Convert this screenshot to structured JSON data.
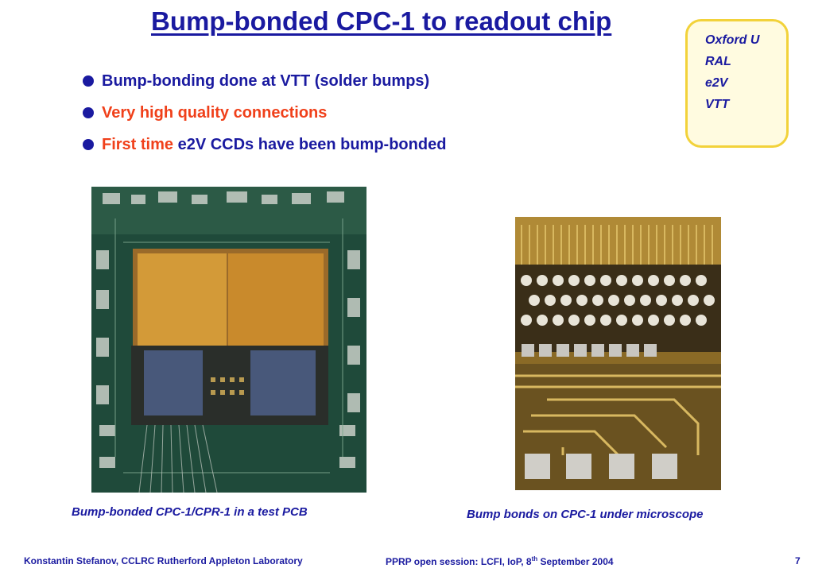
{
  "slide": {
    "title": "Bump-bonded CPC-1 to readout chip",
    "collaborators": [
      "Oxford U",
      "RAL",
      "e2V",
      "VTT"
    ],
    "bullets": [
      {
        "parts": [
          {
            "text": "Bump-bonding done at VTT (solder bumps)",
            "color": "#1a1aa0"
          }
        ]
      },
      {
        "parts": [
          {
            "text": "Very high quality connections",
            "color": "#f0401a"
          }
        ]
      },
      {
        "parts": [
          {
            "text": "First time ",
            "color": "#f0401a"
          },
          {
            "text": "e2V CCDs have been bump-bonded",
            "color": "#1a1aa0"
          }
        ]
      }
    ],
    "captions": {
      "left": "Bump-bonded CPC-1/CPR-1 in a test PCB",
      "right": "Bump bonds on CPC-1 under microscope"
    },
    "footer": {
      "author": "Konstantin Stefanov, CCLRC Rutherford Appleton Laboratory",
      "event": "PPRP open session: LCFI, IoP, 8",
      "event_sup": "th",
      "event_date": " September 2004",
      "page": "7"
    }
  }
}
